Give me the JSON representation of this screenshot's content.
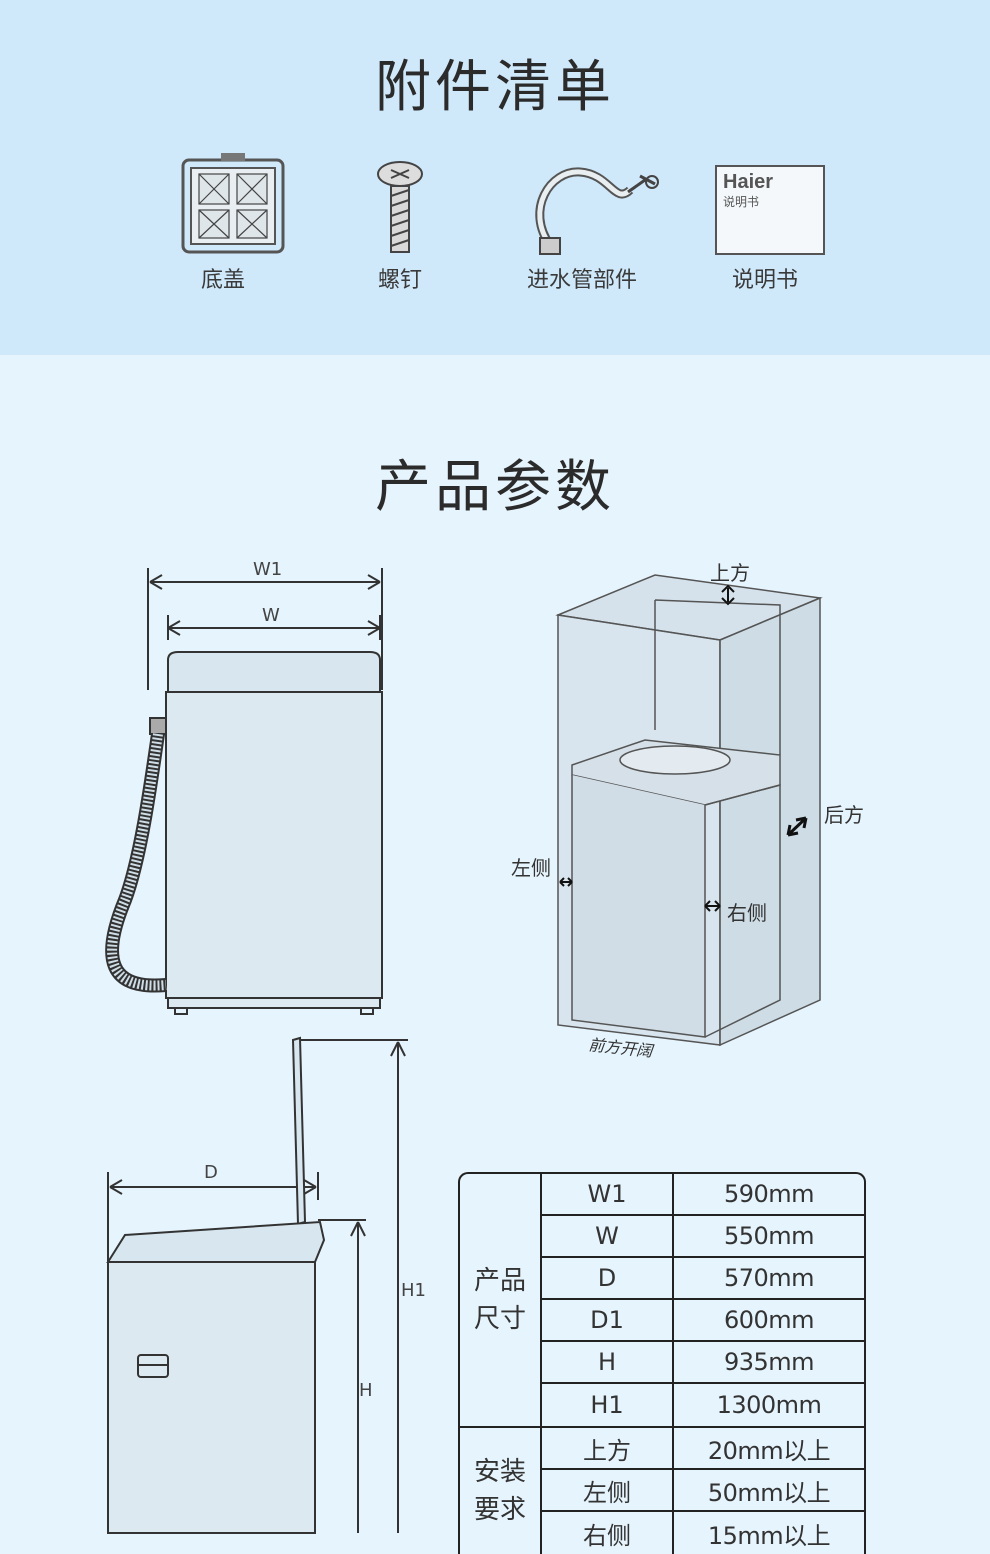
{
  "accessories": {
    "title": "附件清单",
    "items": [
      {
        "label": "底盖",
        "icon": "bottom-cover-icon"
      },
      {
        "label": "螺钉",
        "icon": "screw-icon"
      },
      {
        "label": "进水管部件",
        "icon": "inlet-hose-icon"
      },
      {
        "label": "说明书",
        "icon": "manual-icon"
      }
    ],
    "manual_brand": "Haier",
    "manual_text": "说明书"
  },
  "params": {
    "title": "产品参数"
  },
  "diagrams": {
    "front": {
      "w1": "W1",
      "w": "W"
    },
    "clearance": {
      "top": "上方",
      "back": "后方",
      "left": "左侧",
      "right": "右侧",
      "front": "前方开阔"
    },
    "side": {
      "d": "D",
      "h1": "H1",
      "h": "H"
    }
  },
  "spec_table": {
    "groups": [
      {
        "label": "产品尺寸",
        "rows": [
          {
            "key": "W1",
            "value": "590mm"
          },
          {
            "key": "W",
            "value": "550mm"
          },
          {
            "key": "D",
            "value": "570mm"
          },
          {
            "key": "D1",
            "value": "600mm"
          },
          {
            "key": "H",
            "value": "935mm"
          },
          {
            "key": "H1",
            "value": "1300mm"
          }
        ]
      },
      {
        "label": "安装要求",
        "rows": [
          {
            "key": "上方",
            "value": "20mm以上"
          },
          {
            "key": "左侧",
            "value": "50mm以上"
          },
          {
            "key": "右侧",
            "value": "15mm以上"
          }
        ]
      }
    ]
  },
  "colors": {
    "top_band": "#cfe8fa",
    "page_bg": "#e6f4fd",
    "line": "#333333"
  }
}
